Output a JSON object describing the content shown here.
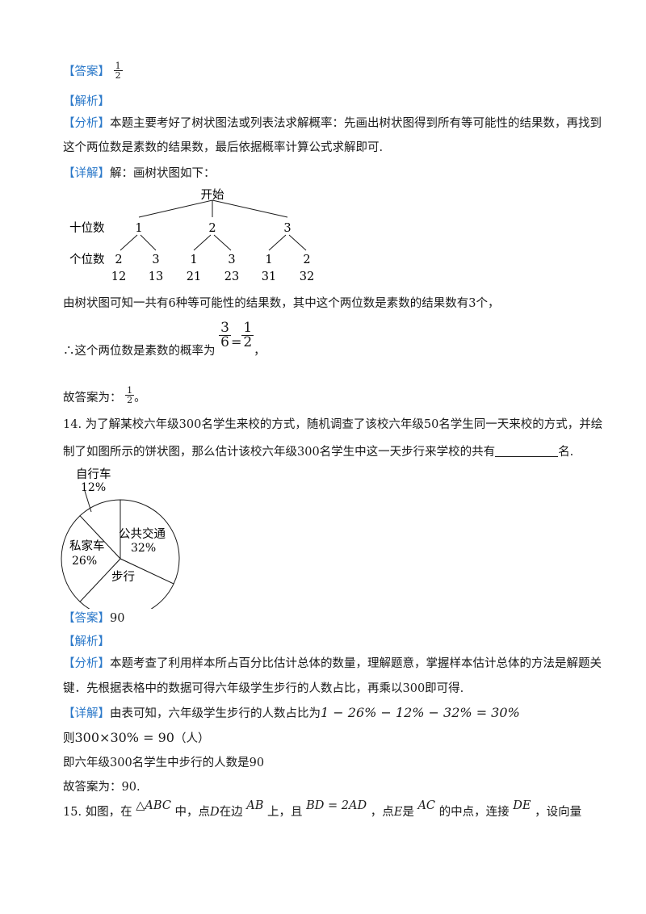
{
  "q13": {
    "answer_tag": "【答案】",
    "answer_num": "1",
    "answer_den": "2",
    "analysis_tag": "【解析】",
    "fenxi_tag": "【分析】",
    "fenxi_l1": "本题主要考好了树状图法或列表法求解概率：先画出树状图得到所有等可能性的结果数，再找到",
    "fenxi_l2": "这个两位数是素数的结果数，最后依据概率计算公式求解即可.",
    "detail_tag": "【详解】",
    "detail_text": "解：画树状图如下：",
    "tree": {
      "root": "开始",
      "tens_label": "十位数",
      "units_label": "个位数",
      "tens": [
        "1",
        "2",
        "3"
      ],
      "units": [
        "2",
        "3",
        "1",
        "3",
        "1",
        "2"
      ],
      "results": [
        "12",
        "13",
        "21",
        "23",
        "31",
        "32"
      ]
    },
    "result_line": "由树状图可知一共有6种等可能性的结果数，其中这个两位数是素数的结果数有3个，",
    "prob_prefix": "∴这个两位数是素数的概率为",
    "prob_n1": "3",
    "prob_d1": "6",
    "prob_eq": "=",
    "prob_n2": "1",
    "prob_d2": "2",
    "prob_suffix": "，",
    "final_prefix": "故答案为：",
    "final_num": "1",
    "final_den": "2",
    "final_suffix": "。"
  },
  "q14": {
    "stem_l1": "14. 为了解某校六年级300名学生来校的方式，随机调查了该校六年级50名学生同一天来校的方式，并绘",
    "stem_l2_a": "制了如图所示的饼状图，那么估计该校六年级300名学生中这一天步行来学校的共有",
    "stem_l2_b": "名.",
    "answer_tag": "【答案】",
    "answer": "90",
    "analysis_tag": "【解析】",
    "fenxi_tag": "【分析】",
    "fenxi_l1": "本题考查了利用样本所占百分比估计总体的数量，理解题意，掌握样本估计总体的方法是解题关",
    "fenxi_l2": "键．先根据表格中的数据可得六年级学生步行的人数占比，再乘以300即可得.",
    "detail_tag": "【详解】",
    "detail_a": "由表可知，六年级学生步行的人数占比为",
    "detail_expr": "1 − 26% − 12% − 32% = 30%",
    "calc_a": "则",
    "calc_expr": "300×30% = 90",
    "calc_b": "（人）",
    "concl": "即六年级300名学生中步行的人数是90",
    "final": "故答案为：90."
  },
  "chart_data": {
    "type": "pie",
    "categories": [
      "自行车",
      "公共交通",
      "步行",
      "私家车"
    ],
    "values": [
      12,
      32,
      30,
      26
    ],
    "labels": {
      "bike_name": "自行车",
      "bike_pct": "12%",
      "bus_name": "公共交通",
      "bus_pct": "32%",
      "walk_name": "步行",
      "car_name": "私家车",
      "car_pct": "26%"
    }
  },
  "q15": {
    "num": "15. 如图，在",
    "tri": "△ABC",
    "t1": "中，点",
    "D": "D",
    "t2": "在边",
    "AB": "AB",
    "t3": "上，且",
    "eq": "BD = 2AD",
    "t4": "，点",
    "E": "E",
    "t5": "是",
    "AC": "AC",
    "t6": "的中点，连接",
    "DE": "DE",
    "t7": "，设向量"
  }
}
